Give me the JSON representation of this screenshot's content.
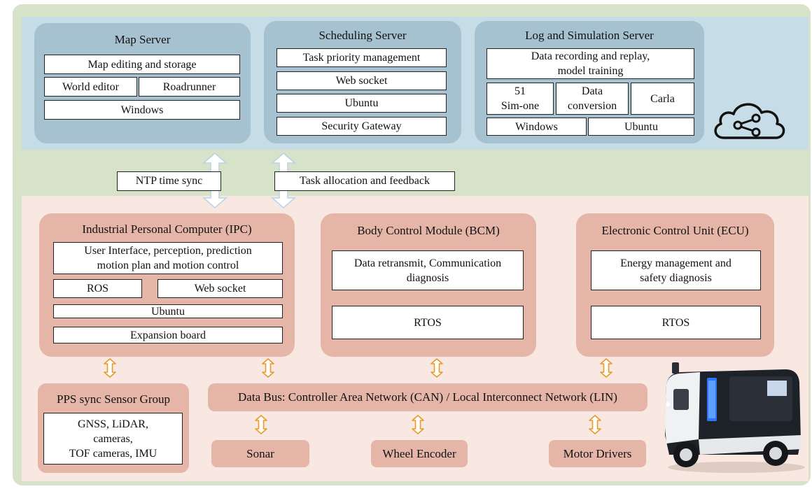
{
  "map_server": {
    "title": "Map Server",
    "map_editing": "Map editing and storage",
    "world_editor": "World editor",
    "roadrunner": "Roadrunner",
    "windows": "Windows"
  },
  "scheduling_server": {
    "title": "Scheduling Server",
    "task_priority": "Task priority management",
    "web_socket": "Web socket",
    "ubuntu": "Ubuntu",
    "security_gateway": "Security Gateway"
  },
  "log_server": {
    "title": "Log and Simulation Server",
    "recording_line1": "Data recording and replay,",
    "recording_line2": "model training",
    "sim_line1": "51",
    "sim_line2": "Sim-one",
    "conv_line1": "Data",
    "conv_line2": "conversion",
    "carla": "Carla",
    "windows": "Windows",
    "ubuntu": "Ubuntu"
  },
  "links": {
    "ntp": "NTP time sync",
    "task_alloc": "Task allocation and feedback"
  },
  "ipc": {
    "title": "Industrial Personal Computer (IPC)",
    "ui_line1": "User Interface, perception, prediction",
    "ui_line2": "motion plan and motion control",
    "ros": "ROS",
    "web_socket": "Web socket",
    "ubuntu": "Ubuntu",
    "expansion": "Expansion board"
  },
  "bcm": {
    "title": "Body Control Module (BCM)",
    "data_line1": "Data retransmit, Communication",
    "data_line2": "diagnosis",
    "rtos": "RTOS"
  },
  "ecu": {
    "title": "Electronic Control Unit (ECU)",
    "energy_line1": "Energy management and",
    "energy_line2": "safety diagnosis",
    "rtos": "RTOS"
  },
  "sensors": {
    "title": "PPS sync Sensor Group",
    "line1": "GNSS, LiDAR,",
    "line2": "cameras,",
    "line3": "TOF cameras, IMU"
  },
  "bus": {
    "label": "Data Bus: Controller Area Network (CAN) / Local Interconnect Network (LIN)"
  },
  "devices": {
    "sonar": "Sonar",
    "wheel_encoder": "Wheel Encoder",
    "motor_drivers": "Motor Drivers"
  },
  "colors": {
    "outer_bg": "#d6e3c8",
    "cloud_band": "#c6dce6",
    "server_box": "#a6c2d1",
    "vehicle_band": "#f9e8e1",
    "module_box": "#e5b6a8",
    "arrow": "#e59a2a"
  },
  "icons": [
    "cloud-share-icon",
    "vehicle-image"
  ]
}
